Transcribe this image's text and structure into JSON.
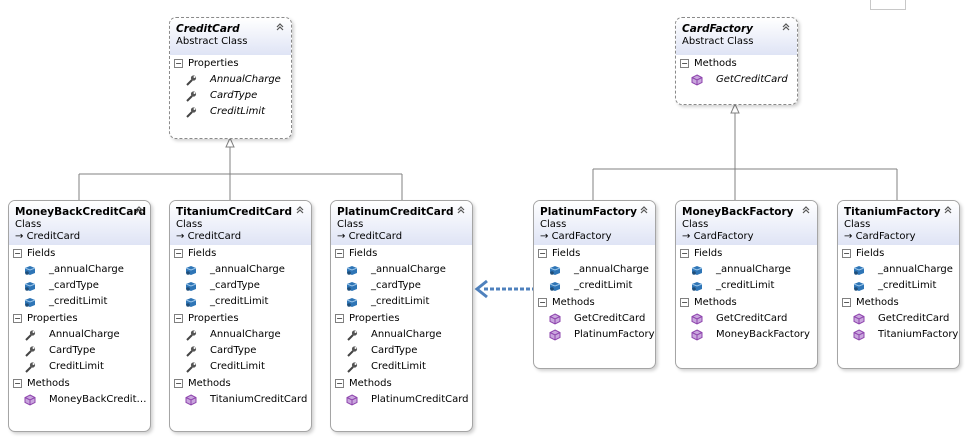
{
  "classes": {
    "credit_card": {
      "name": "CreditCard",
      "kind": "Abstract Class",
      "properties_label": "Properties",
      "properties": [
        "AnnualCharge",
        "CardType",
        "CreditLimit"
      ]
    },
    "card_factory": {
      "name": "CardFactory",
      "kind": "Abstract Class",
      "methods_label": "Methods",
      "methods": [
        "GetCreditCard"
      ]
    },
    "money_back_credit_card": {
      "name": "MoneyBackCreditCard",
      "kind": "Class",
      "base": "CreditCard",
      "fields_label": "Fields",
      "fields": [
        "_annualCharge",
        "_cardType",
        "_creditLimit"
      ],
      "properties_label": "Properties",
      "properties": [
        "AnnualCharge",
        "CardType",
        "CreditLimit"
      ],
      "methods_label": "Methods",
      "methods": [
        "MoneyBackCreditCa..."
      ]
    },
    "titanium_credit_card": {
      "name": "TitaniumCreditCard",
      "kind": "Class",
      "base": "CreditCard",
      "fields_label": "Fields",
      "fields": [
        "_annualCharge",
        "_cardType",
        "_creditLimit"
      ],
      "properties_label": "Properties",
      "properties": [
        "AnnualCharge",
        "CardType",
        "CreditLimit"
      ],
      "methods_label": "Methods",
      "methods": [
        "TitaniumCreditCard"
      ]
    },
    "platinum_credit_card": {
      "name": "PlatinumCreditCard",
      "kind": "Class",
      "base": "CreditCard",
      "fields_label": "Fields",
      "fields": [
        "_annualCharge",
        "_cardType",
        "_creditLimit"
      ],
      "properties_label": "Properties",
      "properties": [
        "AnnualCharge",
        "CardType",
        "CreditLimit"
      ],
      "methods_label": "Methods",
      "methods": [
        "PlatinumCreditCard"
      ]
    },
    "platinum_factory": {
      "name": "PlatinumFactory",
      "kind": "Class",
      "base": "CardFactory",
      "fields_label": "Fields",
      "fields": [
        "_annualCharge",
        "_creditLimit"
      ],
      "methods_label": "Methods",
      "methods": [
        "GetCreditCard",
        "PlatinumFactory"
      ]
    },
    "money_back_factory": {
      "name": "MoneyBackFactory",
      "kind": "Class",
      "base": "CardFactory",
      "fields_label": "Fields",
      "fields": [
        "_annualCharge",
        "_creditLimit"
      ],
      "methods_label": "Methods",
      "methods": [
        "GetCreditCard",
        "MoneyBackFactory"
      ]
    },
    "titanium_factory": {
      "name": "TitaniumFactory",
      "kind": "Class",
      "base": "CardFactory",
      "fields_label": "Fields",
      "fields": [
        "_annualCharge",
        "_creditLimit"
      ],
      "methods_label": "Methods",
      "methods": [
        "GetCreditCard",
        "TitaniumFactory"
      ]
    }
  },
  "inherit_arrow_glyph": "→",
  "colors": {
    "header_gradient_end": "#dfe4f5",
    "association_arrow": "#4f81bd",
    "connector": "#808080",
    "method_icon": "#8e44ad",
    "field_icon": "#2e75b6"
  }
}
